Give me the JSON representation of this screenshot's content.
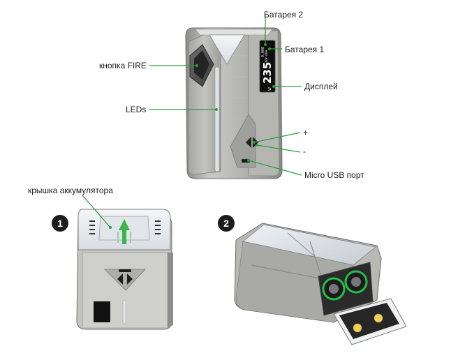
{
  "labels": {
    "battery2": "Батарея 2",
    "battery1": "Батарея 1",
    "fire_button": "кнопка FIRE",
    "display": "Дисплей",
    "leds": "LEDs",
    "plus": "+",
    "minus": "-",
    "micro_usb": "Micro USB порт",
    "battery_cover": "крышка аккумулятора"
  },
  "screen": {
    "main_value": "235",
    "sub_line_1": "0.000",
    "sub_line_2": "0.38V 60A",
    "unit": "W"
  },
  "steps": [
    "1",
    "2"
  ],
  "colors": {
    "leader_line": "#2a9d3a",
    "led_green": "#22c04a",
    "step_badge": "#1c1c1c",
    "body_metal": "#b9b9b7",
    "panel_light": "#e9ecf0"
  }
}
